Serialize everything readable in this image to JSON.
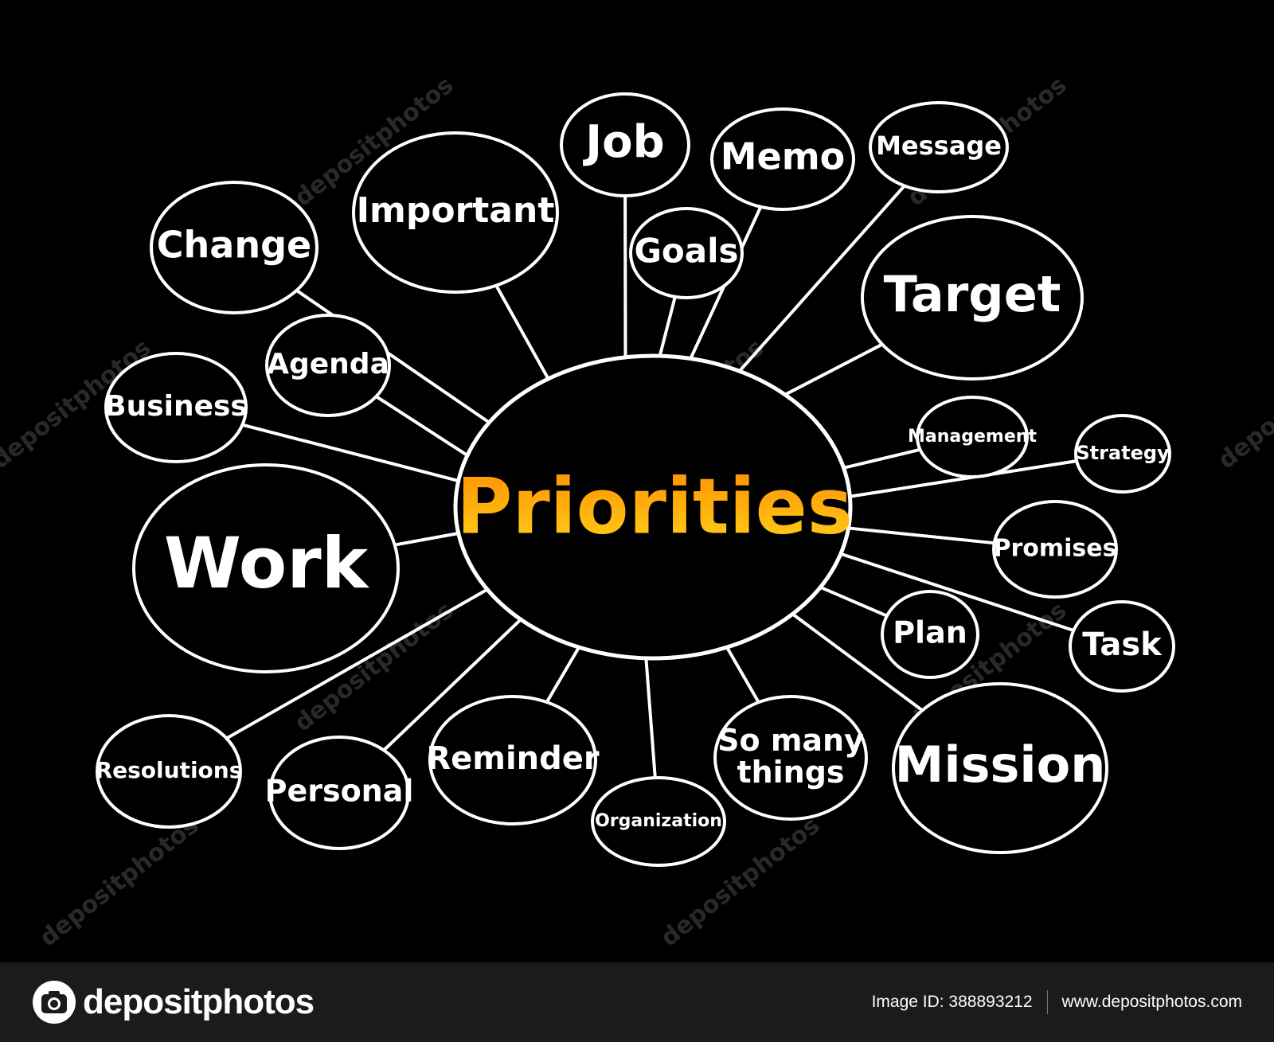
{
  "colors": {
    "background": "#000000",
    "stroke": "#ffffff",
    "center_gradient_top": "#ff8c00",
    "center_gradient_bottom": "#ffd21a",
    "footer_background": "#1b1b1b"
  },
  "diagram": {
    "center": "Priorities",
    "nodes": [
      {
        "id": "change",
        "label": "Change"
      },
      {
        "id": "important",
        "label": "Important"
      },
      {
        "id": "job",
        "label": "Job"
      },
      {
        "id": "memo",
        "label": "Memo"
      },
      {
        "id": "message",
        "label": "Message"
      },
      {
        "id": "goals",
        "label": "Goals"
      },
      {
        "id": "target",
        "label": "Target"
      },
      {
        "id": "agenda",
        "label": "Agenda"
      },
      {
        "id": "business",
        "label": "Business"
      },
      {
        "id": "management",
        "label": "Management"
      },
      {
        "id": "strategy",
        "label": "Strategy"
      },
      {
        "id": "work",
        "label": "Work"
      },
      {
        "id": "promises",
        "label": "Promises"
      },
      {
        "id": "plan",
        "label": "Plan"
      },
      {
        "id": "task",
        "label": "Task"
      },
      {
        "id": "resolutions",
        "label": "Resolutions"
      },
      {
        "id": "personal",
        "label": "Personal"
      },
      {
        "id": "reminder",
        "label": "Reminder"
      },
      {
        "id": "organization",
        "label": "Organization"
      },
      {
        "id": "so_many_things",
        "label": "So many things"
      },
      {
        "id": "mission",
        "label": "Mission"
      }
    ]
  },
  "watermark": {
    "text": "depositphotos"
  },
  "footer": {
    "brand": "depositphotos",
    "image_id": "Image ID: 388893212",
    "url": "www.depositphotos.com"
  }
}
